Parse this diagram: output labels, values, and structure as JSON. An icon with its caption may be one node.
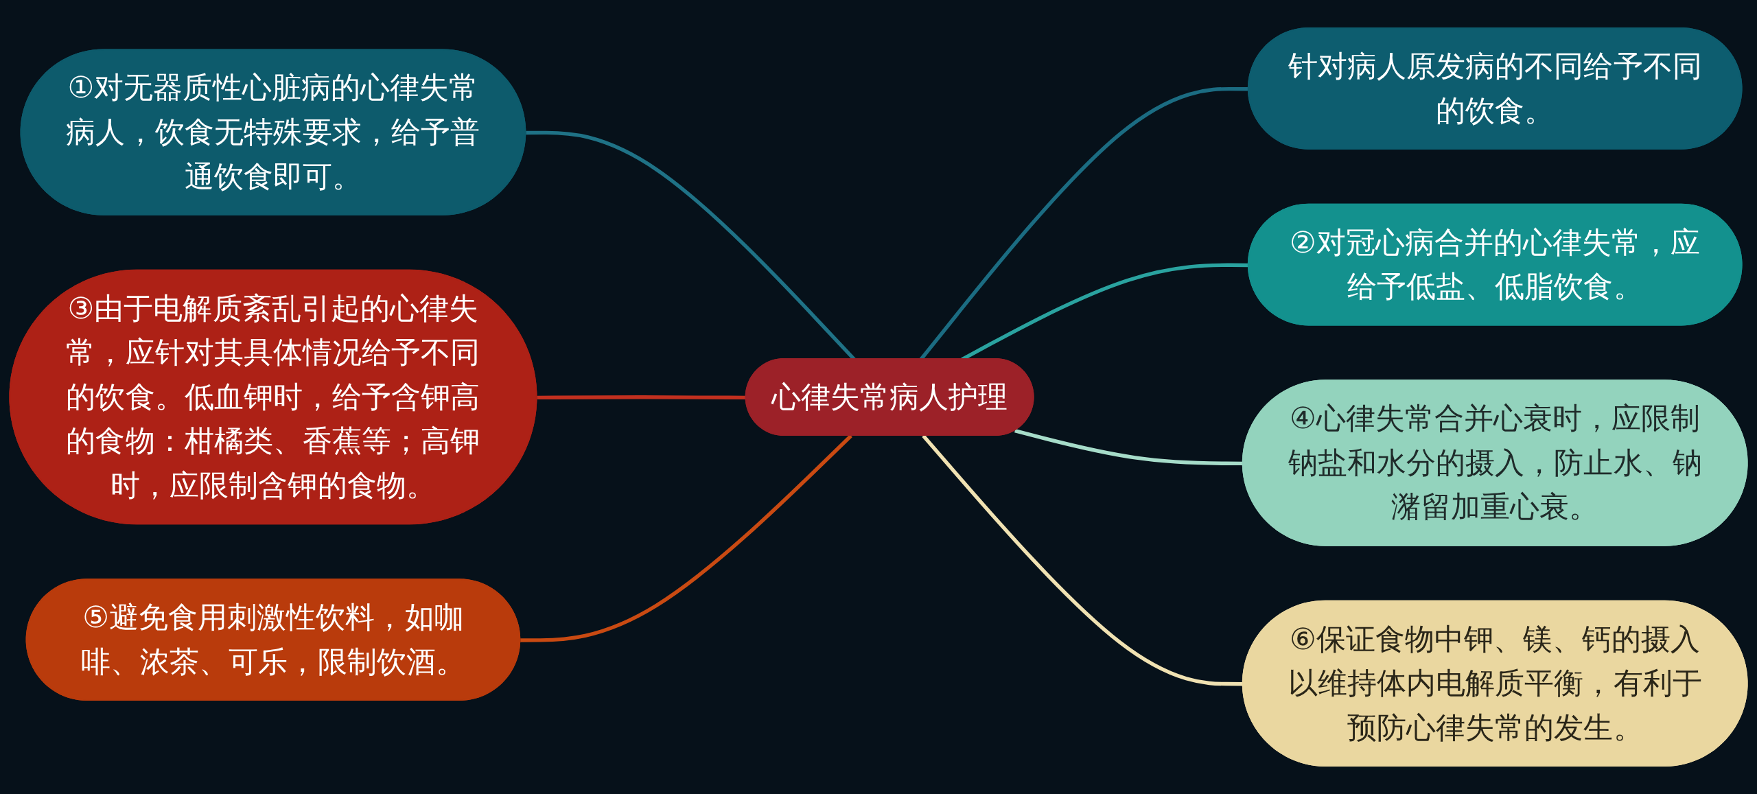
{
  "diagram": {
    "nodes": [
      {
        "text": [
          "心律失常病人护理"
        ]
      },
      {
        "text": [
          "针对病人原发病的不同给予不同的饮食。"
        ]
      },
      {
        "text": [
          "①对无器质性心脏病的心律失常病人，饮食无特殊要求，给予普通饮食即可。"
        ]
      },
      {
        "text": [
          "②对冠心病合并的心律失常，应给予低盐、低脂饮食。"
        ]
      },
      {
        "text": [
          "③由于电解质紊乱引起的心律失常，应针对其具体情况给予不同的饮食。低血钾时，给予含钾高的食物：柑橘类、香蕉等；高钾时，应限制含钾的食物。"
        ]
      },
      {
        "text": [
          "④心律失常合并心衰时，应限制钠盐和水分的摄入，防止水、钠潴留加重心衰。"
        ]
      },
      {
        "text": [
          "⑤避免食用刺激性饮料，如咖啡、浓茶、可乐，限制饮酒。"
        ]
      },
      {
        "text": [
          "⑥保证食物中钾、镁、钙的摄入以维持体内电解质平衡，有利于预防心律失常的发生。"
        ]
      }
    ],
    "edges": [
      {
        "from": 0,
        "to": 1,
        "arrow": "none",
        "color": "#1b6c82"
      },
      {
        "from": 0,
        "to": 2,
        "arrow": "none",
        "color": "#1f7286"
      },
      {
        "from": 0,
        "to": 3,
        "arrow": "none",
        "color": "#2aa3a0"
      },
      {
        "from": 0,
        "to": 4,
        "arrow": "none",
        "color": "#c2301f"
      },
      {
        "from": 0,
        "to": 5,
        "arrow": "none",
        "color": "#a6dcc9"
      },
      {
        "from": 0,
        "to": 6,
        "arrow": "none",
        "color": "#c94a12"
      },
      {
        "from": 0,
        "to": 7,
        "arrow": "none",
        "color": "#f0e2b2"
      }
    ]
  }
}
